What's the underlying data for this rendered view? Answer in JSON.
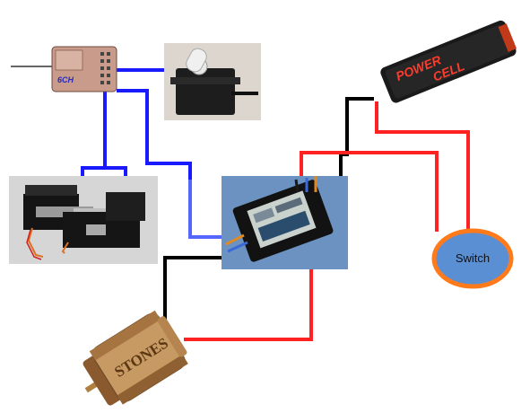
{
  "diagram": {
    "switch": {
      "label": "Switch"
    },
    "receiver": {
      "label": "6CH"
    },
    "battery": {
      "brand_line1": "POWER",
      "brand_line2": "CELL"
    },
    "motor": {
      "label": "STONES"
    },
    "colors": {
      "signal_wire": "#1a1aff",
      "signal_wire_light": "#5566ff",
      "positive_wire": "#ff2222",
      "negative_wire": "#000000",
      "switch_fill": "#5b8fd4",
      "switch_ring": "#ff7a1a",
      "esc_panel": "#6b92c0"
    }
  }
}
